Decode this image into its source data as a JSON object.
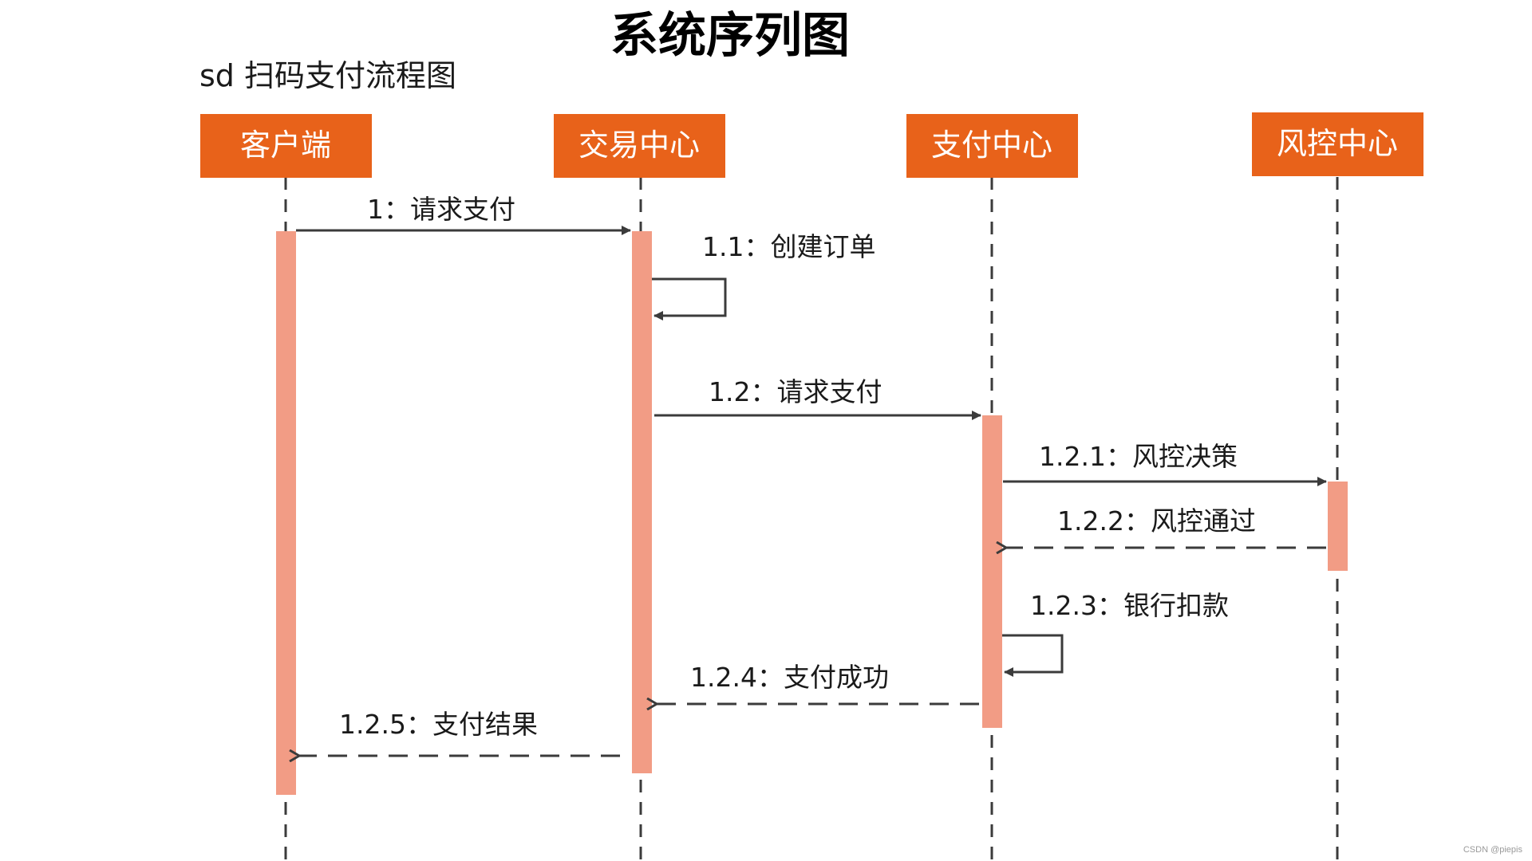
{
  "title": "系统序列图",
  "subtitle": "sd 扫码支付流程图",
  "colors": {
    "header_fill": "#E8621A",
    "activation_fill": "#F29C85",
    "line": "#3b3b3b",
    "lifeline": "#3b3b3b",
    "text": "#1a1a1a"
  },
  "participants": [
    {
      "id": "client",
      "label": "客户端"
    },
    {
      "id": "trade",
      "label": "交易中心"
    },
    {
      "id": "pay",
      "label": "支付中心"
    },
    {
      "id": "risk",
      "label": "风控中心"
    }
  ],
  "messages": [
    {
      "label": "1：请求支付",
      "from": "client",
      "to": "trade",
      "style": "solid"
    },
    {
      "label": "1.1：创建订单",
      "from": "trade",
      "to": "trade",
      "style": "solid"
    },
    {
      "label": "1.2：请求支付",
      "from": "trade",
      "to": "pay",
      "style": "solid"
    },
    {
      "label": "1.2.1：风控决策",
      "from": "pay",
      "to": "risk",
      "style": "solid"
    },
    {
      "label": "1.2.2：风控通过",
      "from": "risk",
      "to": "pay",
      "style": "dashed"
    },
    {
      "label": "1.2.3：银行扣款",
      "from": "pay",
      "to": "pay",
      "style": "solid"
    },
    {
      "label": "1.2.4：支付成功",
      "from": "pay",
      "to": "trade",
      "style": "dashed"
    },
    {
      "label": "1.2.5：支付结果",
      "from": "trade",
      "to": "client",
      "style": "dashed"
    }
  ],
  "watermark": "CSDN @piepis"
}
